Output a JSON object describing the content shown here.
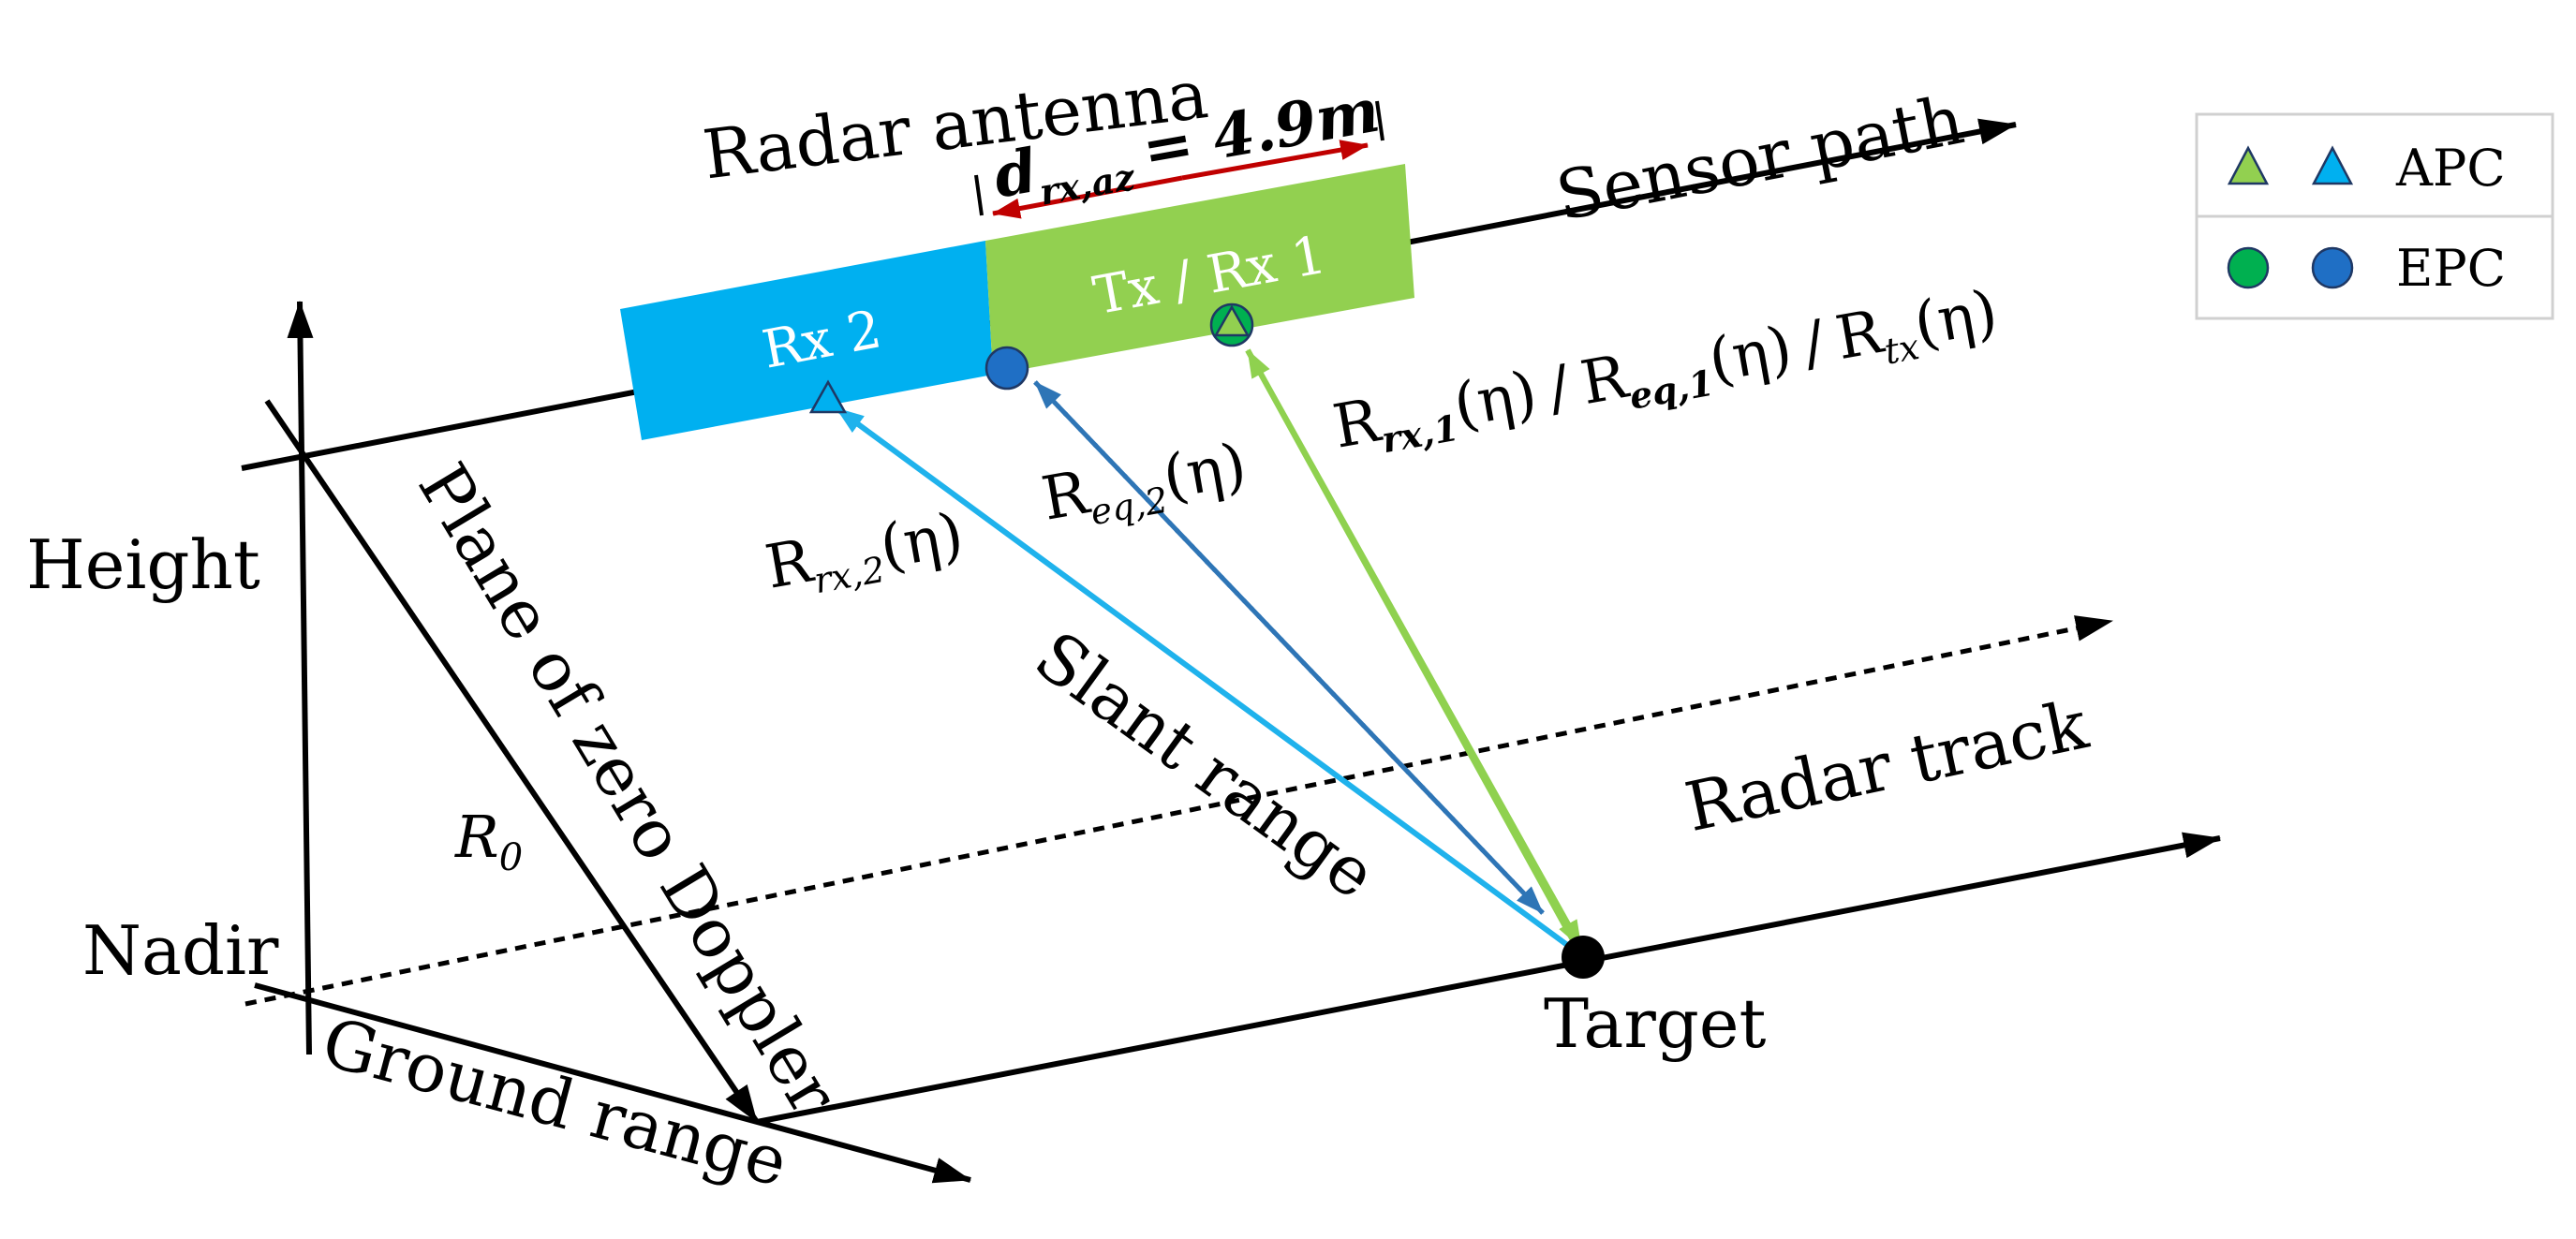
{
  "labels": {
    "radar_antenna": "Radar antenna",
    "sensor_path": "Sensor path",
    "height": "Height",
    "plane_zero_doppler": "Plane of zero Doppler",
    "slant_range": "Slant range",
    "radar_track": "Radar track",
    "nadir": "Nadir",
    "ground_range": "Ground range",
    "target": "Target",
    "tx_rx1": "Tx / Rx 1",
    "rx2": "Rx 2"
  },
  "dimension": {
    "symbol": "d",
    "subscript": "rx,az",
    "value": "= 4.9m"
  },
  "ranges": {
    "rx2": {
      "base": "R",
      "sub": "rx,2",
      "arg": "(η)"
    },
    "eq2": {
      "base": "R",
      "sub": "eq,2",
      "arg": "(η)"
    },
    "rx1": {
      "base": "R",
      "sub": "rx,1",
      "arg": "(η)"
    },
    "eq1": {
      "base": "R",
      "sub": "eq,1",
      "arg": "(η)"
    },
    "tx": {
      "base": "R",
      "sub": "tx",
      "arg": "(η)"
    },
    "separator": "/",
    "r0": {
      "base": "R",
      "sub": "0"
    }
  },
  "legend": {
    "apc_label": "APC",
    "epc_label": "EPC"
  },
  "colors": {
    "rx2_fill": "#00b0f0",
    "tx_rx1_fill": "#92d050",
    "rx2_path": "#1fb2ec",
    "rx1_path": "#8fd14f",
    "eq2_path": "#2e75b6",
    "dimension_arrow": "#c00000",
    "apc_green": "#92d050",
    "apc_blue": "#00b0f0",
    "epc_green": "#00b050",
    "epc_blue": "#1f6fc5"
  }
}
